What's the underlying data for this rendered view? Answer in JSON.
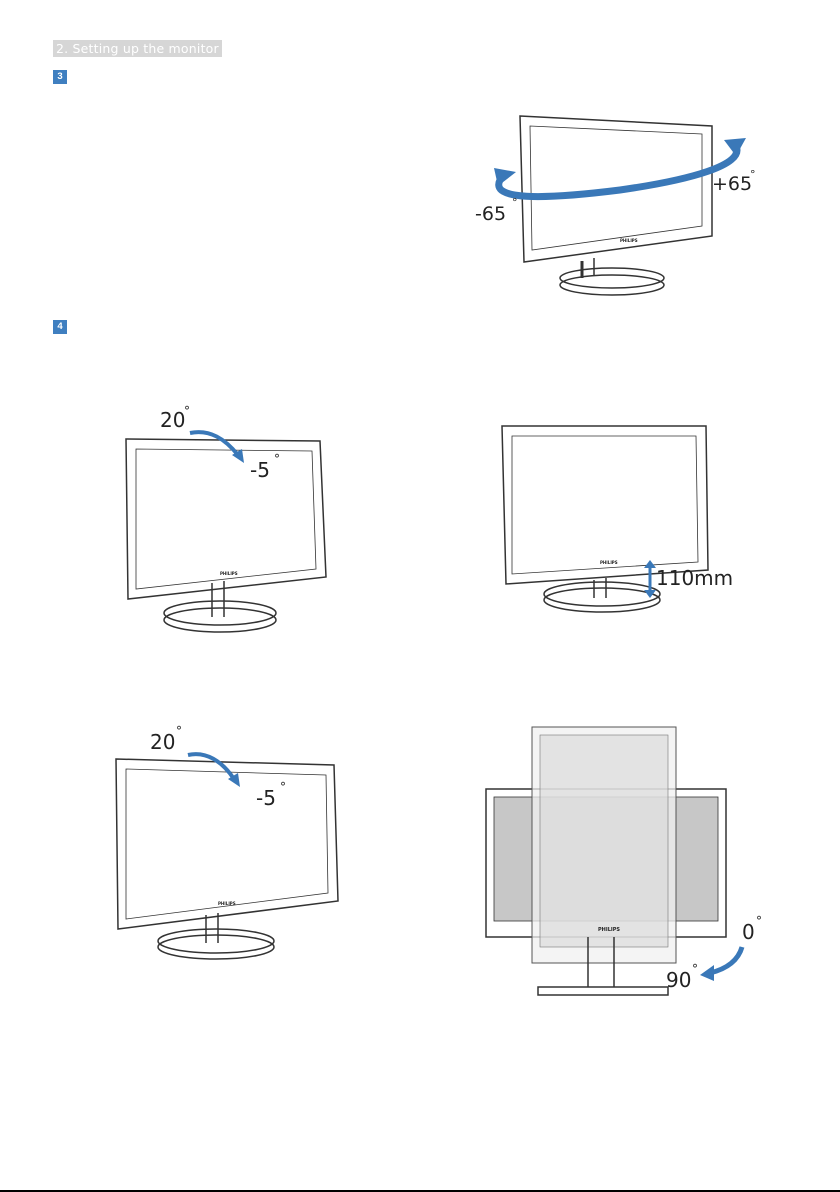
{
  "header": {
    "section_title": "2. Setting up the monitor"
  },
  "steps": [
    {
      "number": "3"
    },
    {
      "number": "4"
    }
  ],
  "swivel": {
    "left_angle": "-65",
    "right_angle": "+65",
    "degree_mark": "°"
  },
  "tilt_1": {
    "up_angle": "20",
    "down_angle": "-5",
    "degree_mark": "°"
  },
  "height_adjust": {
    "range_label": "110mm"
  },
  "tilt_2": {
    "up_angle": "20",
    "down_angle": "-5",
    "degree_mark": "°"
  },
  "pivot": {
    "start_angle": "0",
    "end_angle": "90",
    "degree_mark": "°"
  },
  "brand_label": "PHILIPS",
  "colors": {
    "arrow_blue": "#3a78b8",
    "badge_blue": "#3f7fc0",
    "header_gray": "#d6d6d6",
    "screen_gray": "#c7c7c7"
  }
}
